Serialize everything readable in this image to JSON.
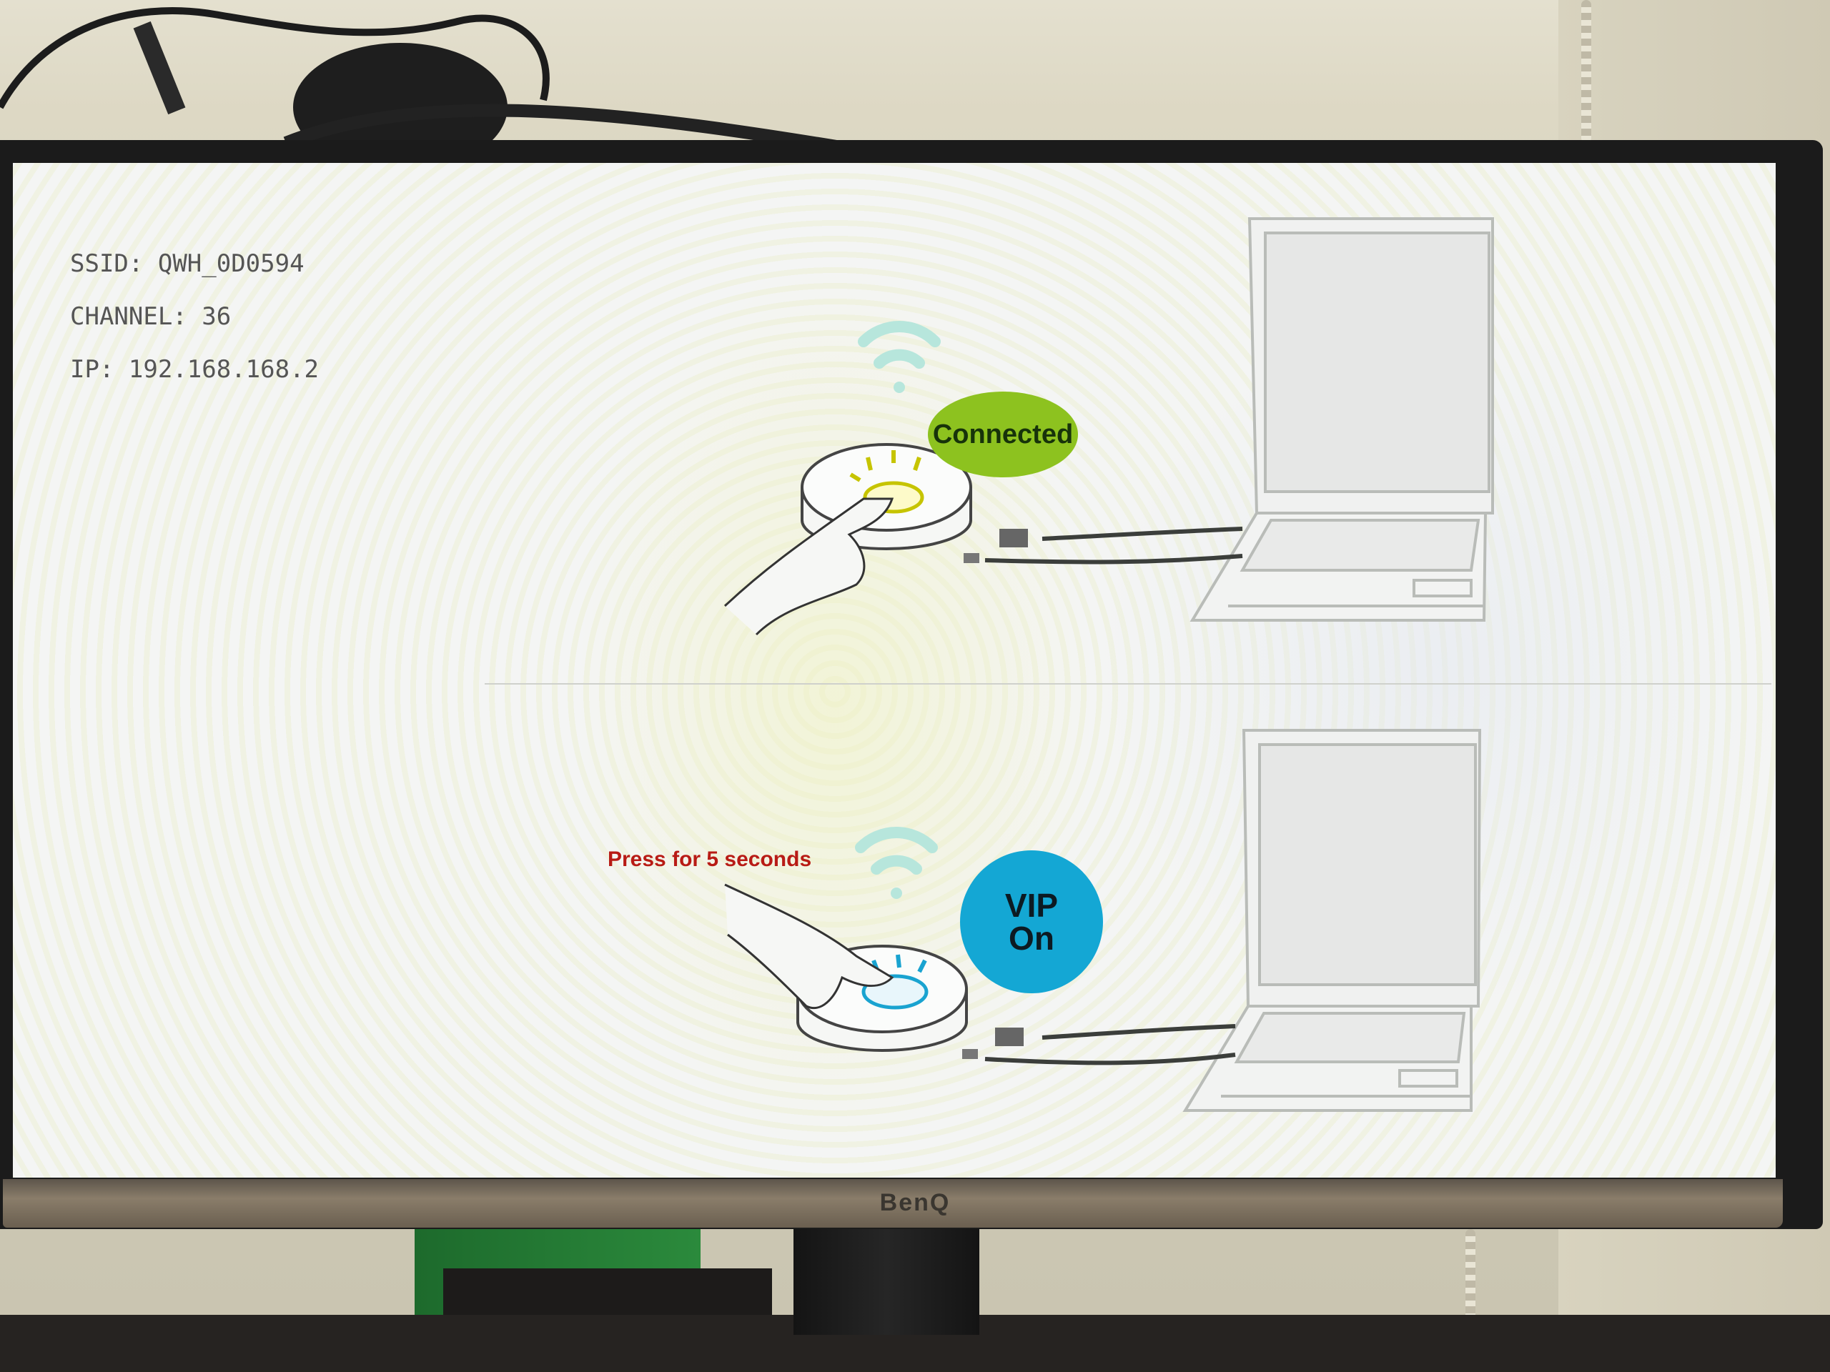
{
  "network_info": {
    "ssid_label": "SSID:",
    "ssid_value": "QWH_0D0594",
    "channel_label": "CHANNEL:",
    "channel_value": "36",
    "ip_label": "IP:",
    "ip_value": "192.168.168.2"
  },
  "step_connected": {
    "bubble_text": "Connected",
    "bubble_color": "#8dc21f"
  },
  "step_vip": {
    "instruction": "Press for 5 seconds",
    "instruction_color": "#b81b15",
    "bubble_line1": "VIP",
    "bubble_line2": "On",
    "bubble_color": "#14a7d4"
  },
  "monitor": {
    "brand": "BenQ"
  }
}
